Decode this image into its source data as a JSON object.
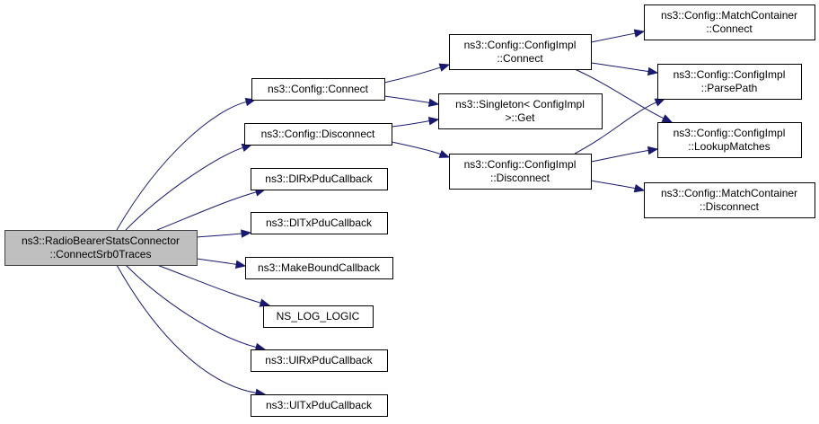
{
  "graph": {
    "title": "Call graph of ns3::RadioBearerStatsConnector::ConnectSrb0Traces",
    "colors": {
      "edge": "#191970",
      "root_fill": "#bfbfbf",
      "node_fill": "#ffffff"
    },
    "nodes": [
      {
        "id": "root",
        "lines": [
          "ns3::RadioBearerStatsConnector",
          "::ConnectSrb0Traces"
        ],
        "root": true
      },
      {
        "id": "config-connect",
        "lines": [
          "ns3::Config::Connect"
        ]
      },
      {
        "id": "config-disconnect",
        "lines": [
          "ns3::Config::Disconnect"
        ]
      },
      {
        "id": "dl-rx-pdu-callback",
        "lines": [
          "ns3::DlRxPduCallback"
        ]
      },
      {
        "id": "dl-tx-pdu-callback",
        "lines": [
          "ns3::DlTxPduCallback"
        ]
      },
      {
        "id": "make-bound-callback",
        "lines": [
          "ns3::MakeBoundCallback"
        ]
      },
      {
        "id": "ns-log-logic",
        "lines": [
          "NS_LOG_LOGIC"
        ]
      },
      {
        "id": "ul-rx-pdu-callback",
        "lines": [
          "ns3::UlRxPduCallback"
        ]
      },
      {
        "id": "ul-tx-pdu-callback",
        "lines": [
          "ns3::UlTxPduCallback"
        ]
      },
      {
        "id": "configimpl-connect",
        "lines": [
          "ns3::Config::ConfigImpl",
          "::Connect"
        ]
      },
      {
        "id": "singleton-get",
        "lines": [
          "ns3::Singleton< ConfigImpl",
          ">::Get"
        ]
      },
      {
        "id": "configimpl-disconnect",
        "lines": [
          "ns3::Config::ConfigImpl",
          "::Disconnect"
        ]
      },
      {
        "id": "matchcontainer-connect",
        "lines": [
          "ns3::Config::MatchContainer",
          "::Connect"
        ]
      },
      {
        "id": "configimpl-parsepath",
        "lines": [
          "ns3::Config::ConfigImpl",
          "::ParsePath"
        ]
      },
      {
        "id": "configimpl-lookupmatches",
        "lines": [
          "ns3::Config::ConfigImpl",
          "::LookupMatches"
        ]
      },
      {
        "id": "matchcontainer-disconnect",
        "lines": [
          "ns3::Config::MatchContainer",
          "::Disconnect"
        ]
      }
    ],
    "edges": [
      [
        "root",
        "config-connect"
      ],
      [
        "root",
        "config-disconnect"
      ],
      [
        "root",
        "dl-rx-pdu-callback"
      ],
      [
        "root",
        "dl-tx-pdu-callback"
      ],
      [
        "root",
        "make-bound-callback"
      ],
      [
        "root",
        "ns-log-logic"
      ],
      [
        "root",
        "ul-rx-pdu-callback"
      ],
      [
        "root",
        "ul-tx-pdu-callback"
      ],
      [
        "config-connect",
        "configimpl-connect"
      ],
      [
        "config-connect",
        "singleton-get"
      ],
      [
        "config-disconnect",
        "singleton-get"
      ],
      [
        "config-disconnect",
        "configimpl-disconnect"
      ],
      [
        "configimpl-connect",
        "matchcontainer-connect"
      ],
      [
        "configimpl-connect",
        "configimpl-parsepath"
      ],
      [
        "configimpl-connect",
        "configimpl-lookupmatches"
      ],
      [
        "configimpl-disconnect",
        "configimpl-parsepath"
      ],
      [
        "configimpl-disconnect",
        "configimpl-lookupmatches"
      ],
      [
        "configimpl-disconnect",
        "matchcontainer-disconnect"
      ]
    ]
  }
}
